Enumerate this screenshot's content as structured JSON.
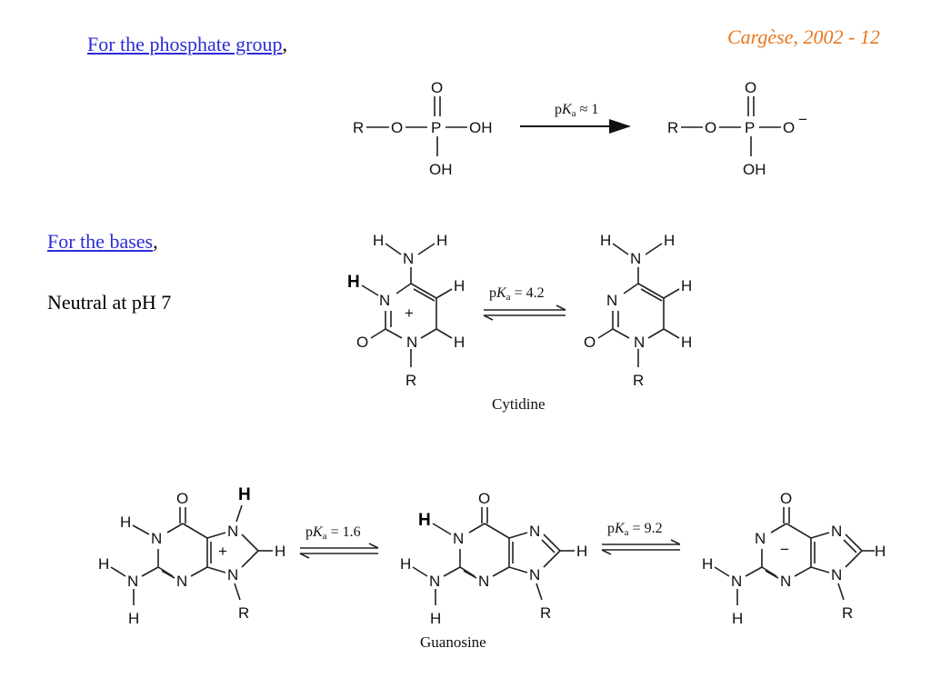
{
  "header": {
    "slide_number": "Cargèse, 2002 - 12"
  },
  "sections": {
    "phosphate": {
      "label": "For the phosphate group",
      "suffix": ","
    },
    "bases": {
      "label": "For the bases",
      "suffix": ","
    },
    "neutral_note": "Neutral at pH 7"
  },
  "phosphate_reaction": {
    "pka": "≈ 1",
    "reactant": {
      "r": "R",
      "o": "O",
      "p": "P",
      "oh": "OH",
      "o_top": "O",
      "oh_bottom": "OH"
    },
    "product": {
      "r": "R",
      "o": "O",
      "p": "P",
      "o_minus": "O",
      "charge": "−",
      "o_top": "O",
      "oh_bottom": "OH"
    }
  },
  "cytidine": {
    "caption": "Cytidine",
    "pka": "= 4.2",
    "charge": "+"
  },
  "guanosine": {
    "caption": "Guanosine",
    "pka1": "= 1.6",
    "pka2": "= 9.2",
    "charge_plus": "+",
    "charge_minus": "−"
  },
  "atoms": {
    "H": "H",
    "N": "N",
    "O": "O",
    "R": "R"
  }
}
